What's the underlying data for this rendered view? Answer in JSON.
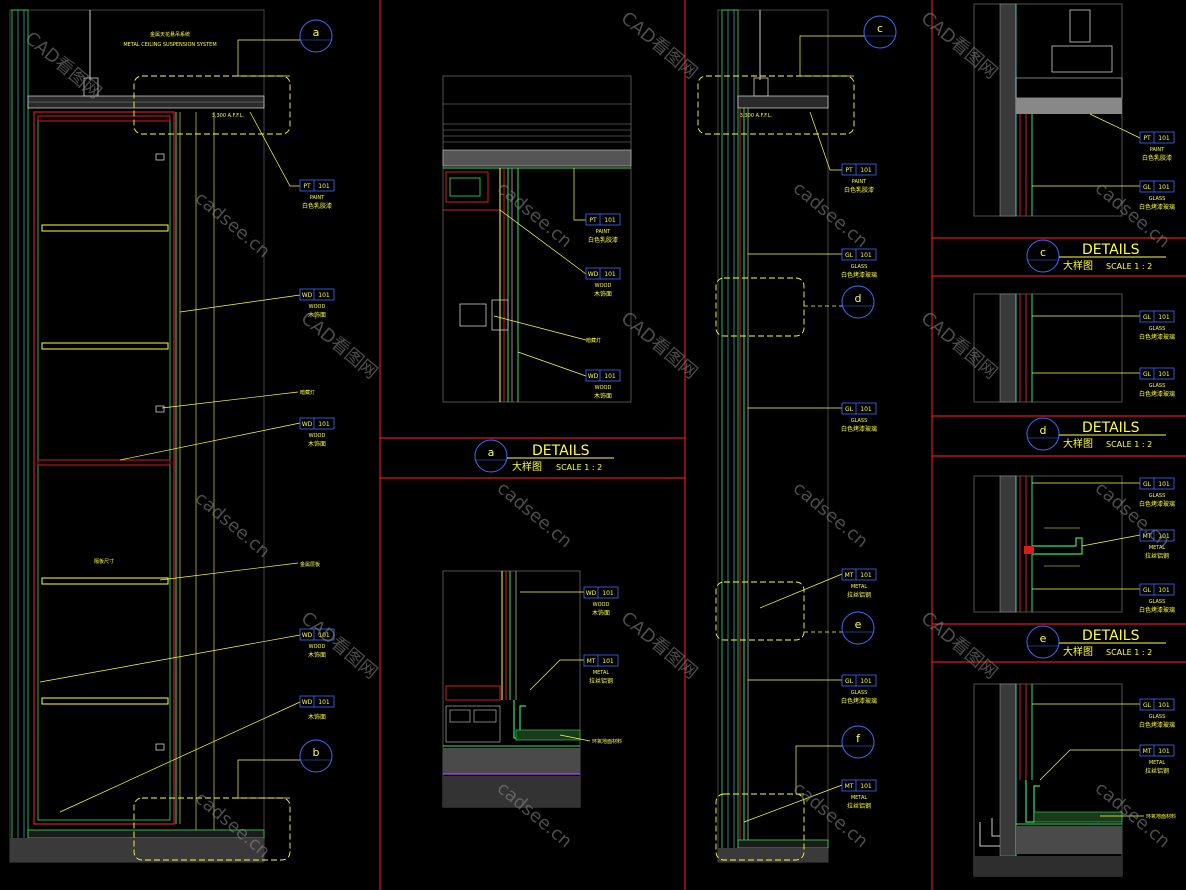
{
  "left_elevation": {
    "note_cn": "金属天花悬吊系统",
    "note_en": "METAL CEILING SUSPENSION SYSTEM",
    "ceiling_level": "3,300 A.F.F.L.",
    "detail_top": "a",
    "detail_bottom": "b",
    "shelf_label": "隔板尺寸",
    "tags": [
      {
        "code": "PT",
        "num": "101",
        "en": "PAINT",
        "cn": "白色乳胶漆"
      },
      {
        "code": "WD",
        "num": "101",
        "en": "WOOD",
        "cn": "木饰面"
      },
      {
        "code": "WD",
        "num": "101",
        "en": "WOOD",
        "cn": "木饰面"
      },
      {
        "code": "WD",
        "num": "101",
        "en": "WOOD",
        "cn": "木饰面"
      },
      {
        "code": "WD",
        "num": "101",
        "en": "",
        "cn": "木饰面"
      }
    ],
    "side_notes": [
      "暗藏灯",
      "金属层板"
    ]
  },
  "detail_a": {
    "tags": [
      {
        "code": "PT",
        "num": "101",
        "en": "PAINT",
        "cn": "白色乳胶漆"
      },
      {
        "code": "WD",
        "num": "101",
        "en": "WOOD",
        "cn": "木饰面"
      },
      {
        "code": "WD",
        "num": "101",
        "en": "WOOD",
        "cn": "木饰面"
      }
    ],
    "side_note": "暗藏灯",
    "title": {
      "letter": "a",
      "en": "DETAILS",
      "cn": "大样图",
      "scale": "SCALE 1 : 2"
    }
  },
  "detail_b": {
    "tags": [
      {
        "code": "WD",
        "num": "101",
        "en": "WOOD",
        "cn": "木饰面"
      },
      {
        "code": "MT",
        "num": "101",
        "en": "METAL",
        "cn": "拉丝铝钢"
      }
    ],
    "side_note": "环氧地面材料"
  },
  "right_elevation": {
    "ceiling_level": "3,300 A.F.F.L.",
    "details": [
      "c",
      "d",
      "e",
      "f"
    ],
    "tags": [
      {
        "code": "PT",
        "num": "101",
        "en": "PAINT",
        "cn": "白色乳胶漆"
      },
      {
        "code": "GL",
        "num": "101",
        "en": "GLASS",
        "cn": "白色烤漆玻璃"
      },
      {
        "code": "GL",
        "num": "101",
        "en": "GLASS",
        "cn": "白色烤漆玻璃"
      },
      {
        "code": "MT",
        "num": "101",
        "en": "METAL",
        "cn": "拉丝铝钢"
      },
      {
        "code": "GL",
        "num": "101",
        "en": "GLASS",
        "cn": "白色烤漆玻璃"
      },
      {
        "code": "MT",
        "num": "101",
        "en": "METAL",
        "cn": "拉丝铝钢"
      }
    ]
  },
  "detail_c": {
    "tags": [
      {
        "code": "PT",
        "num": "101",
        "en": "PAINT",
        "cn": "白色乳胶漆"
      },
      {
        "code": "GL",
        "num": "101",
        "en": "GLASS",
        "cn": "白色烤漆玻璃"
      }
    ],
    "title": {
      "letter": "c",
      "en": "DETAILS",
      "cn": "大样图",
      "scale": "SCALE 1 : 2"
    }
  },
  "detail_d": {
    "tags": [
      {
        "code": "GL",
        "num": "101",
        "en": "GLASS",
        "cn": "白色烤漆玻璃"
      },
      {
        "code": "GL",
        "num": "101",
        "en": "GLASS",
        "cn": "白色烤漆玻璃"
      }
    ],
    "title": {
      "letter": "d",
      "en": "DETAILS",
      "cn": "大样图",
      "scale": "SCALE 1 : 2"
    }
  },
  "detail_e": {
    "tags": [
      {
        "code": "GL",
        "num": "101",
        "en": "GLASS",
        "cn": "白色烤漆玻璃"
      },
      {
        "code": "MT",
        "num": "101",
        "en": "METAL",
        "cn": "拉丝铝钢"
      },
      {
        "code": "GL",
        "num": "101",
        "en": "GLASS",
        "cn": "白色烤漆玻璃"
      }
    ],
    "title": {
      "letter": "e",
      "en": "DETAILS",
      "cn": "大样图",
      "scale": "SCALE 1 : 2"
    }
  },
  "detail_f": {
    "tags": [
      {
        "code": "GL",
        "num": "101",
        "en": "GLASS",
        "cn": "白色烤漆玻璃"
      },
      {
        "code": "MT",
        "num": "101",
        "en": "METAL",
        "cn": "拉丝铝钢"
      }
    ],
    "side_note": "环氧地面材料"
  },
  "watermarks": {
    "cn": "CAD看图网",
    "en": "cadsee.cn"
  },
  "colors": {
    "background": "#000000",
    "frame_red": "#d81b1b",
    "text_yellow": "#ffff3c",
    "line_green": "#2ee65a",
    "marker_blue": "#3c6cff",
    "section_red": "#ff2a2a",
    "cyan": "#3ce0e0",
    "grey": "#8a8a8a"
  }
}
